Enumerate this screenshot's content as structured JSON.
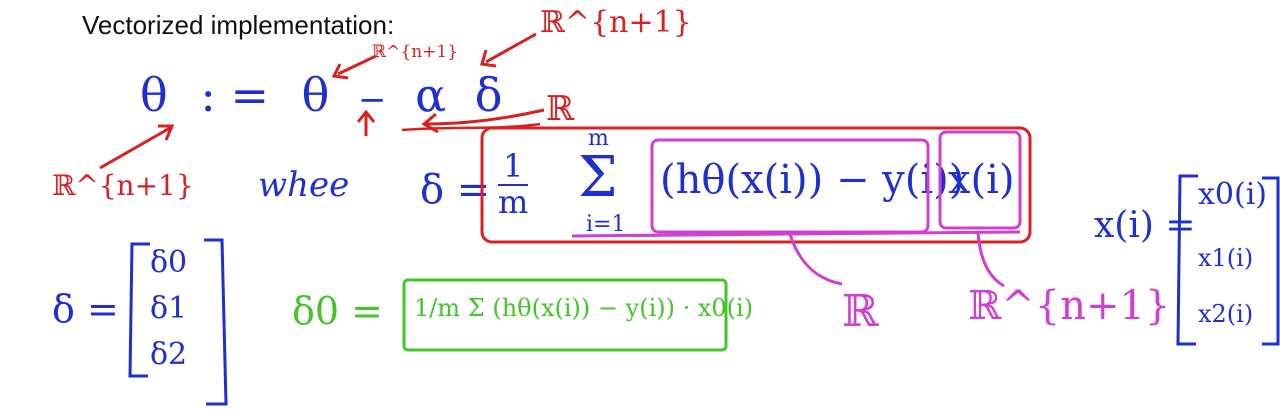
{
  "title": "Vectorized implementation:",
  "colors": {
    "blue": "#1f2fd0",
    "red": "#d82020",
    "magenta": "#d040d0",
    "green": "#43c42a",
    "text": "#111111"
  },
  "update_rule": {
    "lhs": "θ",
    "assign": ": =",
    "rhs_theta": "θ",
    "minus": "−",
    "alpha": "α",
    "delta": "δ"
  },
  "dimension_labels": {
    "theta_lhs": "ℝ^{n+1}",
    "theta_rhs": "ℝ^{n+1}",
    "delta": "ℝ^{n+1}",
    "alpha": "ℝ",
    "error_term": "ℝ",
    "x_i": "ℝ^{n+1}"
  },
  "where_text": "whee",
  "delta_def": {
    "lhs": "δ =",
    "frac_num": "1",
    "frac_den": "m",
    "sum_top": "m",
    "sum_sigma": "Σ",
    "sum_bottom": "i=1",
    "error": "(hθ(x(i)) − y(i))",
    "x_i": "x(i)"
  },
  "delta_vector": {
    "lhs": "δ =",
    "entries": [
      "δ0",
      "δ1",
      "δ2"
    ]
  },
  "delta0_def": {
    "lhs": "δ0 =",
    "body": "1/m Σ (hθ(x(i)) − y(i)) · x0(i)"
  },
  "x_vector": {
    "lhs": "x(i) =",
    "entries": [
      "x0(i)",
      "x1(i)",
      "x2(i)"
    ]
  }
}
